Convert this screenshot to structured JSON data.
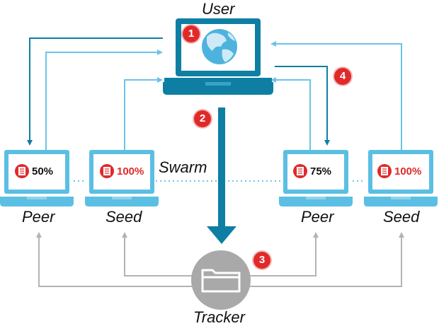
{
  "labels": {
    "user": "User",
    "swarm": "Swarm",
    "tracker": "Tracker",
    "peer_left": "Peer",
    "seed_left": "Seed",
    "peer_right": "Peer",
    "seed_right": "Seed"
  },
  "progress": {
    "peer_left": "50%",
    "seed_left": "100%",
    "peer_right": "75%",
    "seed_right": "100%"
  },
  "steps": [
    "1",
    "2",
    "3",
    "4"
  ],
  "colors": {
    "user_laptop": "#0e7fa3",
    "node_laptop": "#5bbfe3",
    "arrow_blue": "#0e7fa3",
    "arrow_light": "#6cc3e6",
    "arrow_gray": "#b3b3b3",
    "tracker": "#a9a9a9",
    "badge": "#e02a2a",
    "percent_partial": "#111111",
    "percent_full": "#e02a2a"
  },
  "icons": {
    "user_screen": "globe-icon",
    "tracker": "folder-icon",
    "node_screen": "document-icon"
  }
}
